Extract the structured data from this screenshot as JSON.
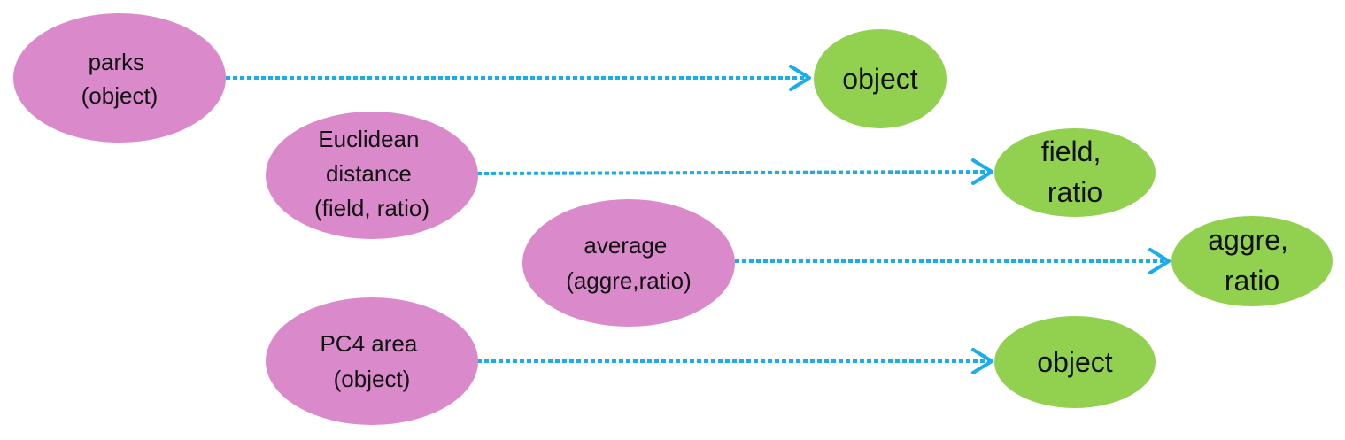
{
  "colors": {
    "source_node": "#DA8ACB",
    "target_node": "#92D050",
    "edge": "#1AADEB",
    "text": "#111111"
  },
  "rows": [
    {
      "source": {
        "lines": [
          "parks",
          "(object)"
        ]
      },
      "target": {
        "lines": [
          "object"
        ]
      }
    },
    {
      "source": {
        "lines": [
          "Euclidean",
          "distance",
          "(field, ratio)"
        ]
      },
      "target": {
        "lines": [
          "field,",
          "ratio"
        ]
      }
    },
    {
      "source": {
        "lines": [
          "average",
          "(aggre,ratio)"
        ]
      },
      "target": {
        "lines": [
          "aggre,",
          "ratio"
        ]
      }
    },
    {
      "source": {
        "lines": [
          "PC4 area",
          "(object)"
        ]
      },
      "target": {
        "lines": [
          "object"
        ]
      }
    }
  ]
}
